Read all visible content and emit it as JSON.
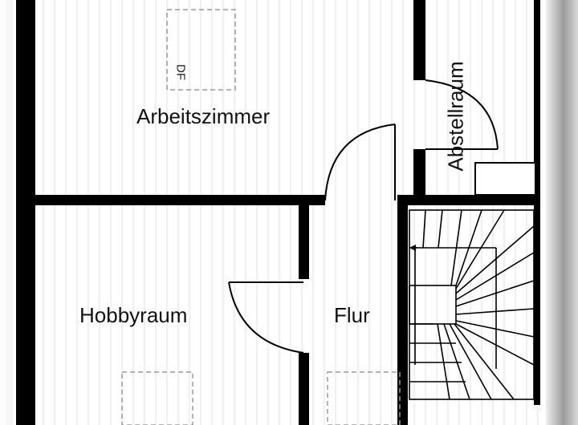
{
  "rooms": {
    "arbeitszimmer": "Arbeitszimmer",
    "abstellraum": "Abstellraum",
    "hobbyraum": "Hobbyraum",
    "flur": "Flur"
  },
  "marks": {
    "skylight": "DF"
  },
  "colors": {
    "wall": "#000000",
    "dashed": "#9a9a9a",
    "background": "#ffffff"
  }
}
